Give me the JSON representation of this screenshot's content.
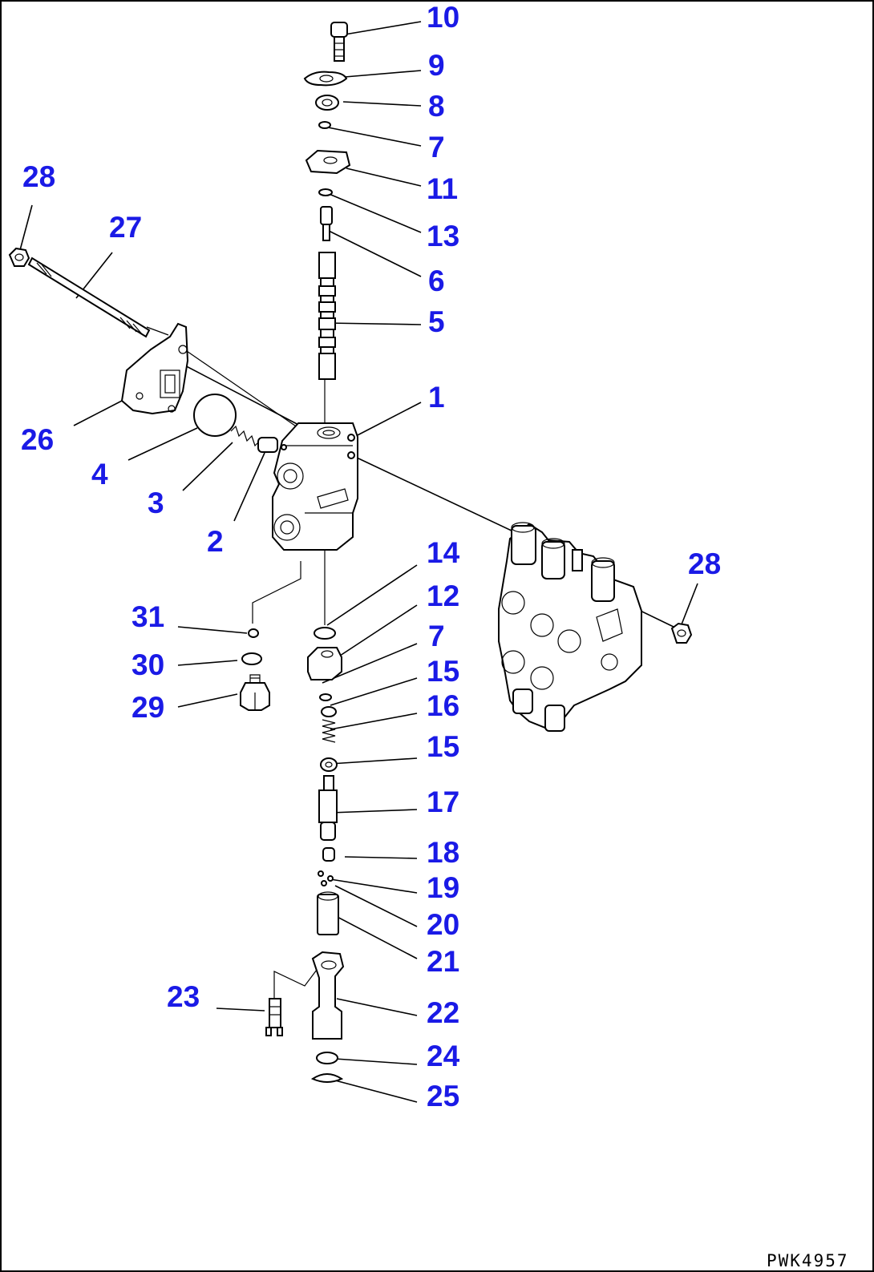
{
  "diagram": {
    "figure_code": "PWK4957",
    "callouts": [
      {
        "id": "c10",
        "text": "10"
      },
      {
        "id": "c9",
        "text": "9"
      },
      {
        "id": "c8",
        "text": "8"
      },
      {
        "id": "c7a",
        "text": "7"
      },
      {
        "id": "c11",
        "text": "11"
      },
      {
        "id": "c13",
        "text": "13"
      },
      {
        "id": "c6",
        "text": "6"
      },
      {
        "id": "c5",
        "text": "5"
      },
      {
        "id": "c1",
        "text": "1"
      },
      {
        "id": "c28a",
        "text": "28"
      },
      {
        "id": "c27",
        "text": "27"
      },
      {
        "id": "c26",
        "text": "26"
      },
      {
        "id": "c4",
        "text": "4"
      },
      {
        "id": "c3",
        "text": "3"
      },
      {
        "id": "c2",
        "text": "2"
      },
      {
        "id": "c28b",
        "text": "28"
      },
      {
        "id": "c14",
        "text": "14"
      },
      {
        "id": "c12",
        "text": "12"
      },
      {
        "id": "c7b",
        "text": "7"
      },
      {
        "id": "c15a",
        "text": "15"
      },
      {
        "id": "c16",
        "text": "16"
      },
      {
        "id": "c15b",
        "text": "15"
      },
      {
        "id": "c31",
        "text": "31"
      },
      {
        "id": "c30",
        "text": "30"
      },
      {
        "id": "c29",
        "text": "29"
      },
      {
        "id": "c17",
        "text": "17"
      },
      {
        "id": "c18",
        "text": "18"
      },
      {
        "id": "c19",
        "text": "19"
      },
      {
        "id": "c20",
        "text": "20"
      },
      {
        "id": "c21",
        "text": "21"
      },
      {
        "id": "c23",
        "text": "23"
      },
      {
        "id": "c22",
        "text": "22"
      },
      {
        "id": "c24",
        "text": "24"
      },
      {
        "id": "c25",
        "text": "25"
      }
    ]
  }
}
